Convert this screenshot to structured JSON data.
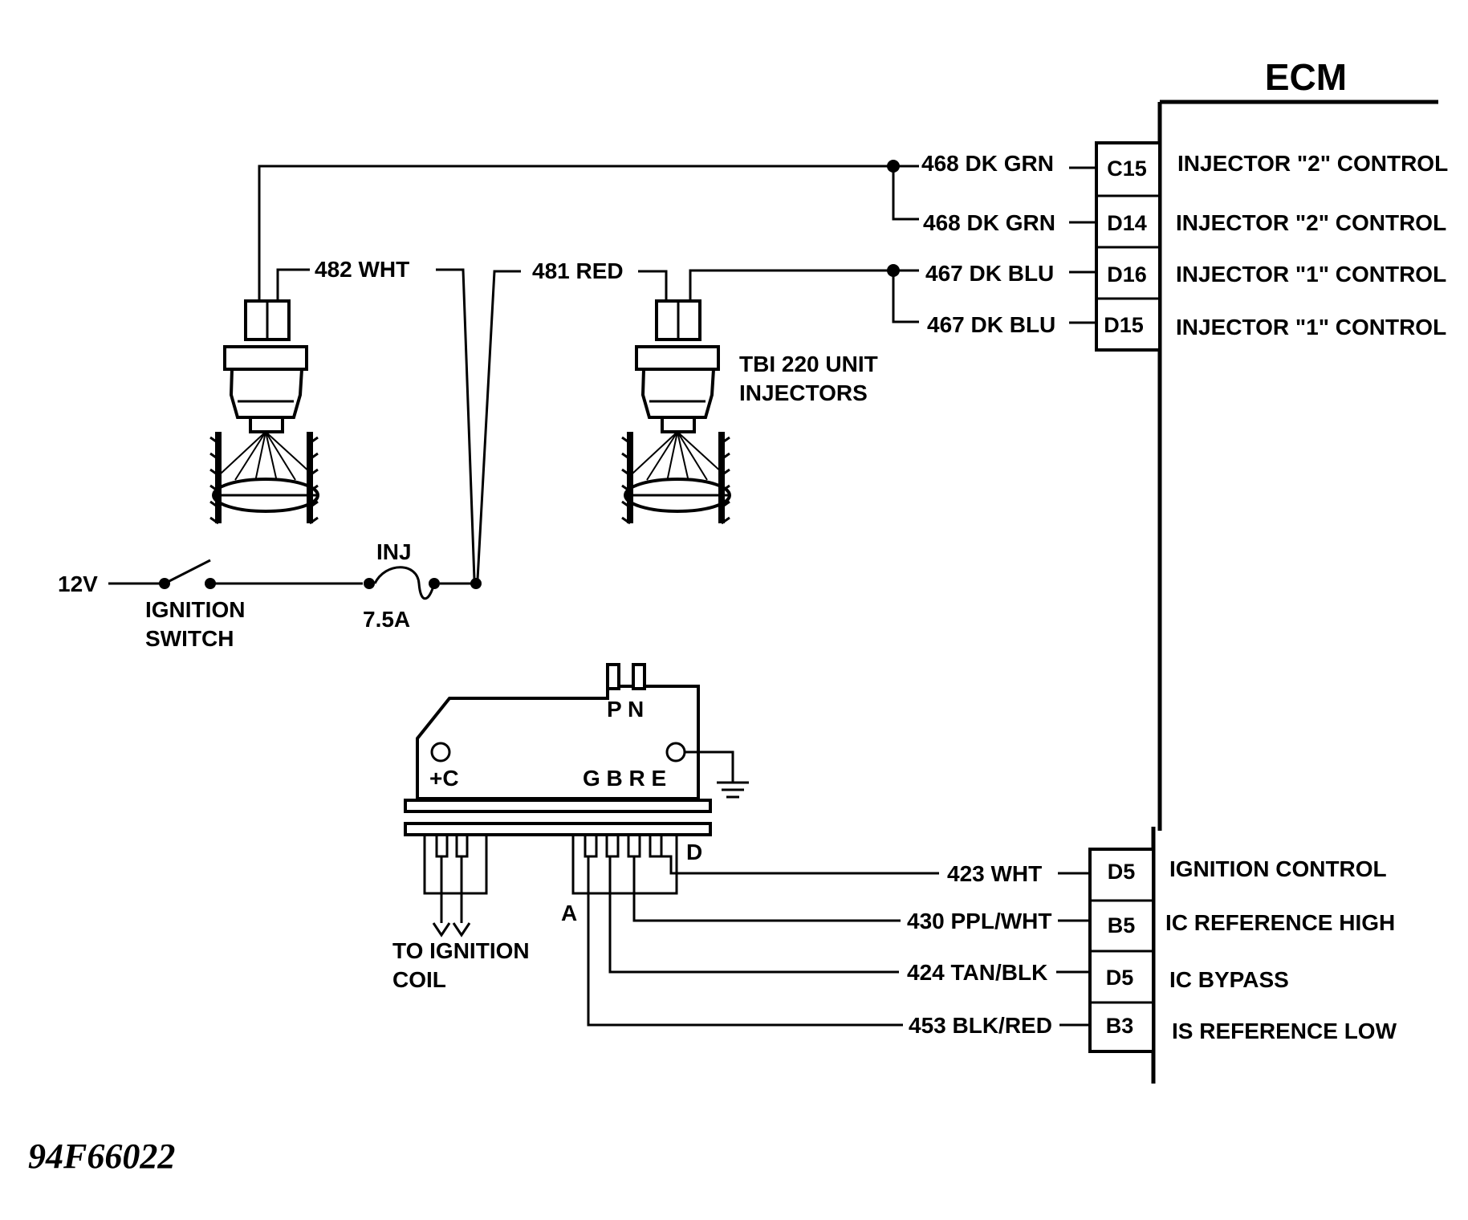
{
  "ecm": {
    "title": "ECM",
    "pins": [
      {
        "id": "C15",
        "function": "INJECTOR \"2\" CONTROL",
        "wire": "468 DK GRN"
      },
      {
        "id": "D14",
        "function": "INJECTOR \"2\" CONTROL",
        "wire": "468 DK GRN"
      },
      {
        "id": "D16",
        "function": "INJECTOR \"1\" CONTROL",
        "wire": "467 DK BLU"
      },
      {
        "id": "D15",
        "function": "INJECTOR \"1\" CONTROL",
        "wire": "467 DK BLU"
      },
      {
        "id": "D5",
        "function": "IGNITION CONTROL",
        "wire": "423 WHT"
      },
      {
        "id": "B5",
        "function": "IC REFERENCE HIGH",
        "wire": "430 PPL/WHT"
      },
      {
        "id": "D5",
        "function": "IC BYPASS",
        "wire": "424 TAN/BLK"
      },
      {
        "id": "B3",
        "function": "IS REFERENCE LOW",
        "wire": "453 BLK/RED"
      }
    ]
  },
  "injectors": {
    "left_wire": "482 WHT",
    "right_wire": "481 RED",
    "label_line1": "TBI 220 UNIT",
    "label_line2": "INJECTORS"
  },
  "power": {
    "voltage": "12V",
    "switch_line1": "IGNITION",
    "switch_line2": "SWITCH",
    "fuse_name": "INJ",
    "fuse_rating": "7.5A"
  },
  "module": {
    "top_pins": "P N",
    "pin_c": "+C",
    "pins_right": "G B R E",
    "pin_d": "D",
    "pin_a": "A",
    "coil_line1": "TO IGNITION",
    "coil_line2": "COIL"
  },
  "figure_id": "94F66022"
}
